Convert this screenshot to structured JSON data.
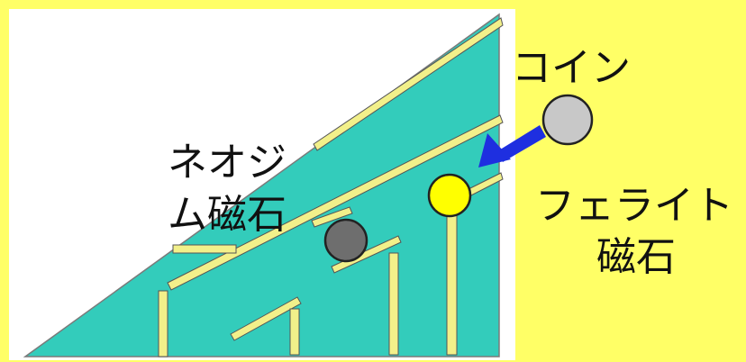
{
  "labels": {
    "coin": "コイン",
    "neodymium_line1": "ネオジ",
    "neodymium_line2": "ム磁石",
    "ferrite_line1": "フェライト",
    "ferrite_line2": "磁石"
  },
  "colors": {
    "background": "#FFFF66",
    "panel": "#FFFFFF",
    "slope": "#33CCBB",
    "rail": "#F2F08A",
    "coin": "#C8C8C8",
    "neodymium_magnet": "#6E6E6E",
    "ferrite_magnet": "#FFFF00",
    "arrow": "#1E2FE0"
  }
}
